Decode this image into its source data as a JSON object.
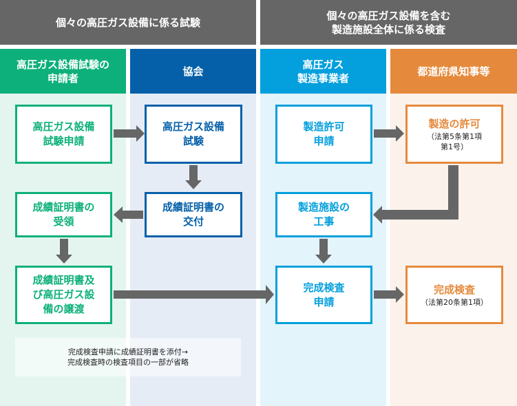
{
  "colors": {
    "header_gray": "#666666",
    "applicant_green": "#0db07a",
    "association_blue": "#0660a9",
    "manufacturer_cyan": "#049fdd",
    "governor_orange": "#e58a3c",
    "arrow_gray": "#666666"
  },
  "top_headers": [
    {
      "label": "個々の高圧ガス設備に係る試験"
    },
    {
      "label": "個々の高圧ガス設備を含む\n製造施設全体に係る検査"
    }
  ],
  "columns": [
    {
      "label": "高圧ガス設備試験の\n申請者"
    },
    {
      "label": "協会"
    },
    {
      "label": "高圧ガス\n製造事業者"
    },
    {
      "label": "都道府県知事等"
    }
  ],
  "boxes": {
    "equipment_test_application": {
      "title": "高圧ガス設備\n試験申請"
    },
    "equipment_test": {
      "title": "高圧ガス設備\n試験"
    },
    "certificate_receipt": {
      "title": "成績証明書の\n受領"
    },
    "certificate_issue": {
      "title": "成績証明書の\n交付"
    },
    "certificate_transfer": {
      "title": "成績証明書及\nび高圧ガス設\n備の譲渡"
    },
    "manufacturing_permit_application": {
      "title": "製造許可\n申請"
    },
    "manufacturing_permit": {
      "title": "製造の許可",
      "sub": "（法第5条第1項\n第1号）"
    },
    "facility_construction": {
      "title": "製造施設の\n工事"
    },
    "completion_inspection_application": {
      "title": "完成検査\n申請"
    },
    "completion_inspection": {
      "title": "完成検査",
      "sub": "（法第20条第1項）"
    }
  },
  "note": {
    "text": "完成検査申請に成績証明書を添付→\n完成検査時の検査項目の一部が省略"
  }
}
